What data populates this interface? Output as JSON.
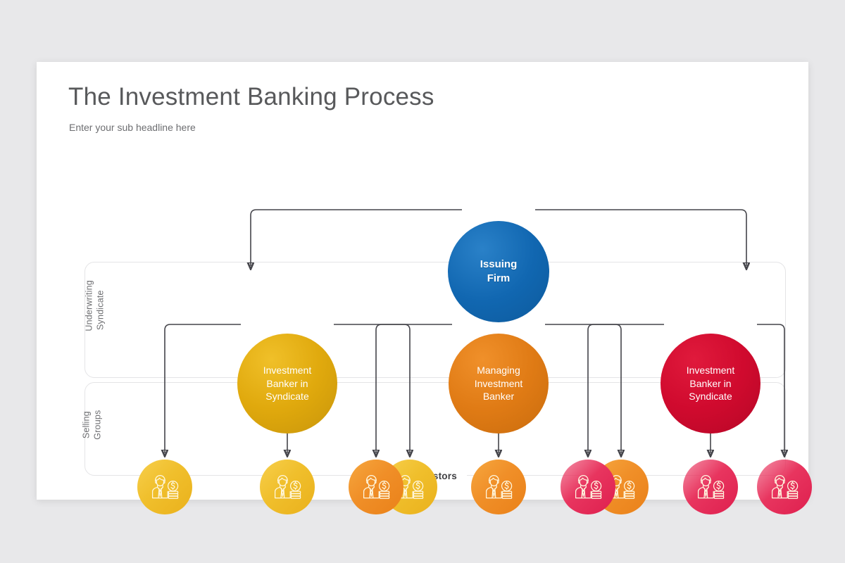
{
  "slide": {
    "title": "The Investment Banking Process",
    "subtitle": "Enter your sub headline here"
  },
  "colors": {
    "background": "#e8e8ea",
    "card": "#ffffff",
    "title_text": "#58595b",
    "subtitle_text": "#6d6e71",
    "connector": "#44444a",
    "band_border": "#e4e4e6",
    "blue": "#1167b1",
    "gold": "#e0a90d",
    "orange": "#e07b15",
    "crimson": "#d00a2e",
    "investor_gold": "#f0bf2c",
    "investor_orange": "#f08f28",
    "investor_pink": "#e8355f"
  },
  "bands": [
    {
      "id": "underwriting",
      "label": "Underwriting\nSyndicate"
    },
    {
      "id": "selling",
      "label": "Selling\nGroups",
      "caption": "Investors"
    }
  ],
  "nodes": {
    "root": {
      "label": "Issuing\nFirm",
      "color": "#1167b1"
    },
    "tier2": [
      {
        "label": "Investment\nBanker in\nSyndicate",
        "color": "#e0a90d"
      },
      {
        "label": "Managing\nInvestment\nBanker",
        "color": "#e07b15"
      },
      {
        "label": "Investment\nBanker in\nSyndicate",
        "color": "#d00a2e"
      }
    ]
  },
  "investors": [
    {
      "icon": "investor-icon",
      "group": "gold"
    },
    {
      "icon": "investor-icon",
      "group": "gold"
    },
    {
      "icon": "investor-icon",
      "group": "gold"
    },
    {
      "icon": "investor-icon",
      "group": "orange"
    },
    {
      "icon": "investor-icon",
      "group": "orange"
    },
    {
      "icon": "investor-icon",
      "group": "orange"
    },
    {
      "icon": "investor-icon",
      "group": "pink"
    },
    {
      "icon": "investor-icon",
      "group": "pink"
    },
    {
      "icon": "investor-icon",
      "group": "pink"
    }
  ]
}
